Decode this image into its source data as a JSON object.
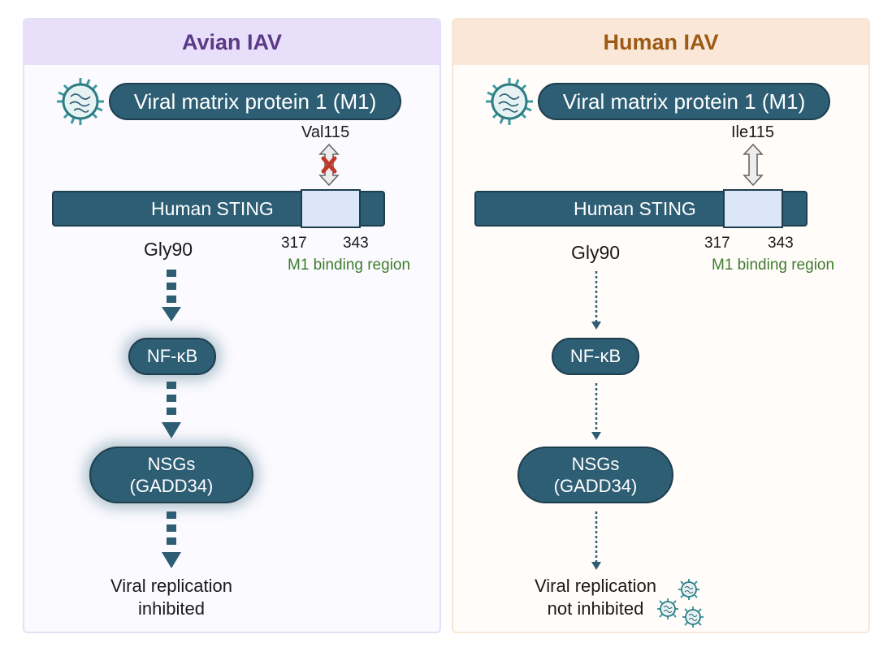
{
  "panels": {
    "avian": {
      "title": "Avian IAV",
      "m1_label": "Viral matrix protein 1 (M1)",
      "residue": "Val115",
      "sting_label": "Human STING",
      "pos_start": "317",
      "pos_end": "343",
      "binding_region": "M1 binding region",
      "gly": "Gly90",
      "nfkb": "NF-κB",
      "nsgs_line1": "NSGs",
      "nsgs_line2": "(GADD34)",
      "outcome_line1": "Viral replication",
      "outcome_line2": "inhibited",
      "binding": "blocked",
      "signal": "strong"
    },
    "human": {
      "title": "Human IAV",
      "m1_label": "Viral matrix protein 1 (M1)",
      "residue": "Ile115",
      "sting_label": "Human STING",
      "pos_start": "317",
      "pos_end": "343",
      "binding_region": "M1 binding region",
      "gly": "Gly90",
      "nfkb": "NF-κB",
      "nsgs_line1": "NSGs",
      "nsgs_line2": "(GADD34)",
      "outcome_line1": "Viral replication",
      "outcome_line2": "not inhibited",
      "binding": "binds",
      "signal": "weak"
    }
  },
  "colors": {
    "dark_teal": "#2e5e74",
    "avian_header": "#e8dffb",
    "human_header": "#fae7d7",
    "block_x": "#c0392b",
    "binding_green": "#3f7c2e"
  }
}
